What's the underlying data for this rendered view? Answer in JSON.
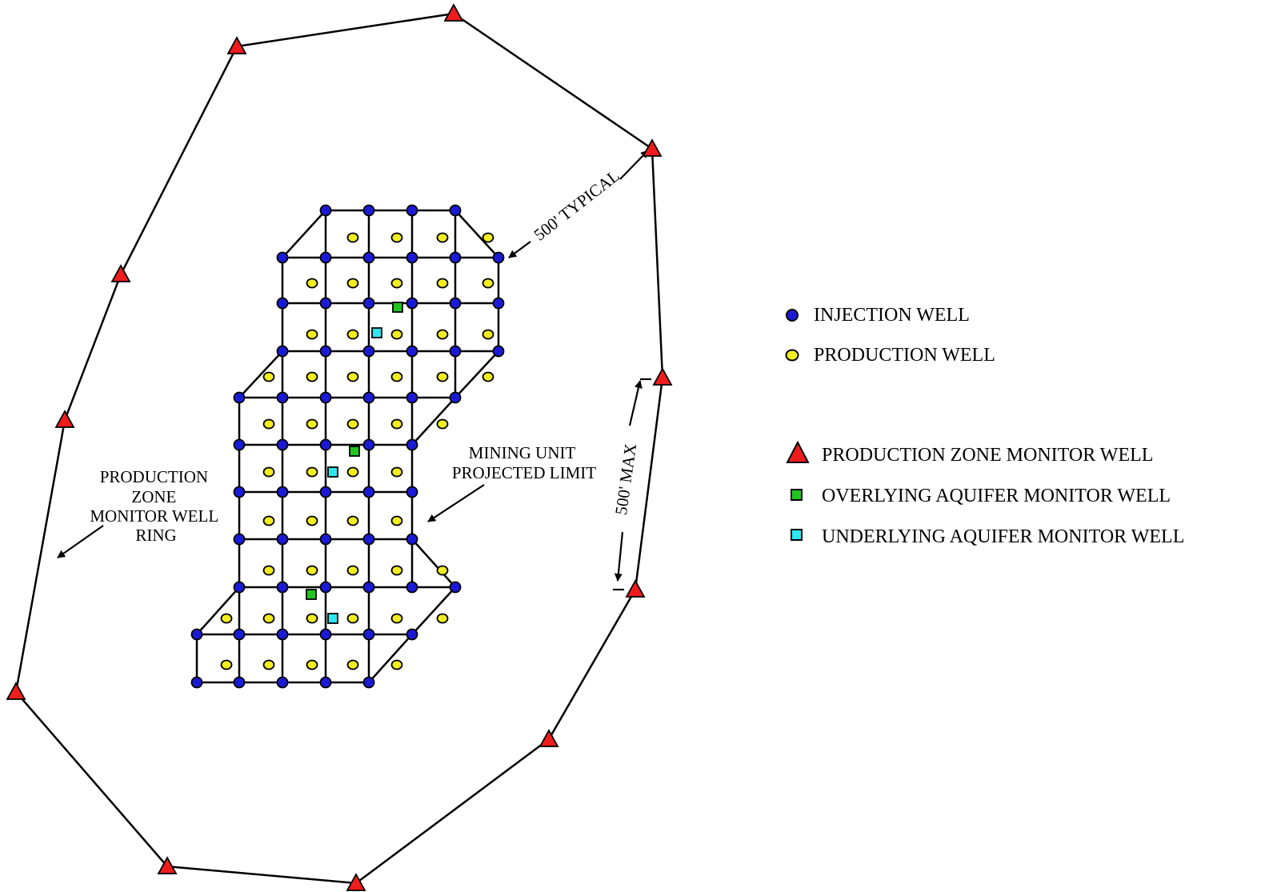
{
  "legend": {
    "injection": "INJECTION WELL",
    "production": "PRODUCTION WELL",
    "pz_monitor": "PRODUCTION ZONE MONITOR WELL",
    "overlying": "OVERLYING AQUIFER MONITOR WELL",
    "underlying": "UNDERLYING AQUIFER MONITOR WELL"
  },
  "annotations": {
    "ring_label": [
      "PRODUCTION",
      "ZONE",
      "MONITOR WELL",
      "RING"
    ],
    "limit_label": [
      "MINING UNIT",
      "PROJECTED LIMIT"
    ],
    "typical": "500' TYPICAL",
    "max": "500' MAX"
  },
  "colors": {
    "injection": "#1a1ad6",
    "production": "#f2ee1e",
    "pz_monitor": "#ee1c1c",
    "overlying": "#22c41e",
    "underlying": "#2ee6f0",
    "line": "#000000"
  }
}
